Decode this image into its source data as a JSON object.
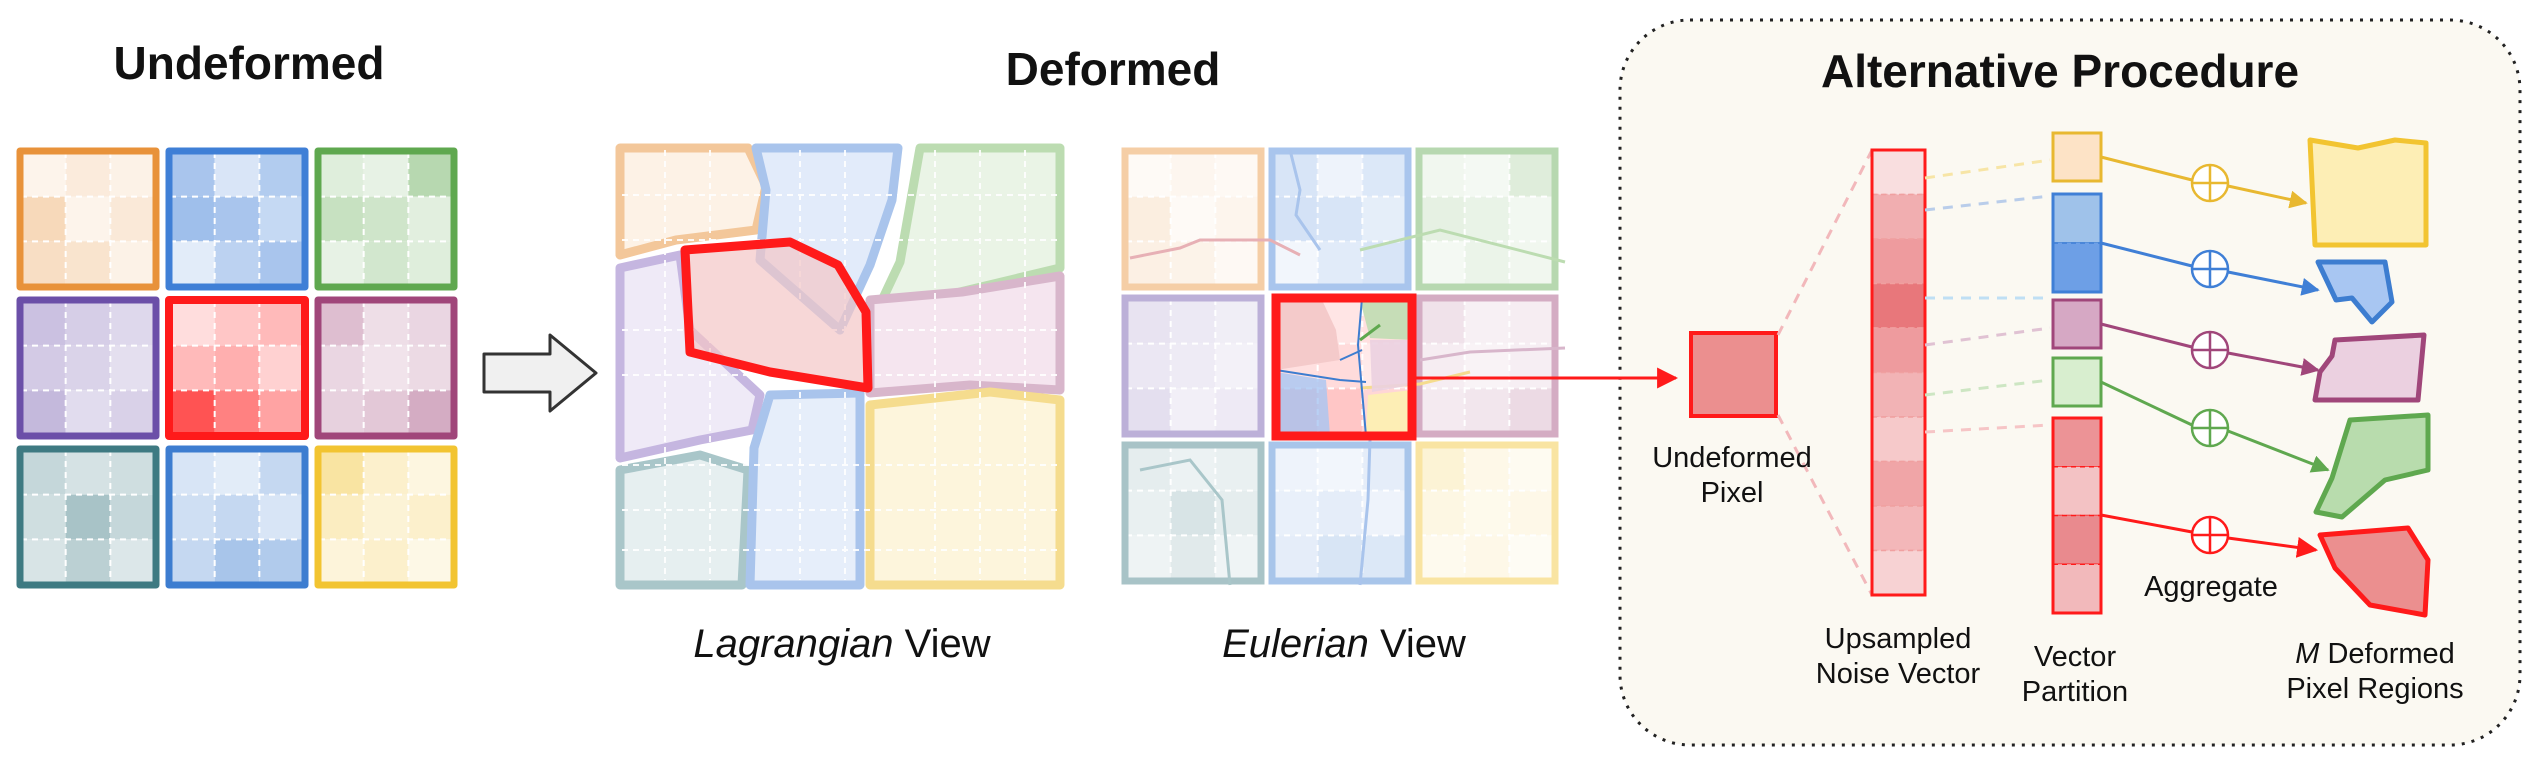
{
  "headings": {
    "undeformed": "Undeformed",
    "deformed": "Deformed",
    "alternative": "Alternative Procedure"
  },
  "captions": {
    "lagrangian_em": "Lagrangian",
    "lagrangian_rest": " View",
    "eulerian_em": "Eulerian",
    "eulerian_rest": " View"
  },
  "labels": {
    "undeformed_pixel": [
      "Undeformed",
      "Pixel"
    ],
    "upsampled_noise_vector": [
      "Upsampled",
      "Noise Vector"
    ],
    "vector_partition": [
      "Vector",
      "Partition"
    ],
    "aggregate": "Aggregate",
    "m_deformed_em": "M",
    "m_deformed_rest": " Deformed",
    "pixel_regions": "Pixel Regions"
  },
  "colors": {
    "orange": "#e8923a",
    "blue": "#3f7fd6",
    "green": "#5fa84f",
    "purple": "#6b4fa8",
    "red": "#ff1a1a",
    "magenta": "#a0467a",
    "teal": "#3e7a82",
    "blue2": "#3d7dd0",
    "yellow": "#f2c431",
    "partition_yellow": "#e8b830",
    "partition_blue": "#3f7fd6",
    "partition_purple": "#a0467a",
    "partition_green": "#5fa84f",
    "partition_red": "#ff1a1a"
  },
  "icons": {
    "sum": "circled-plus-icon",
    "arrow": "right-arrow-icon"
  }
}
